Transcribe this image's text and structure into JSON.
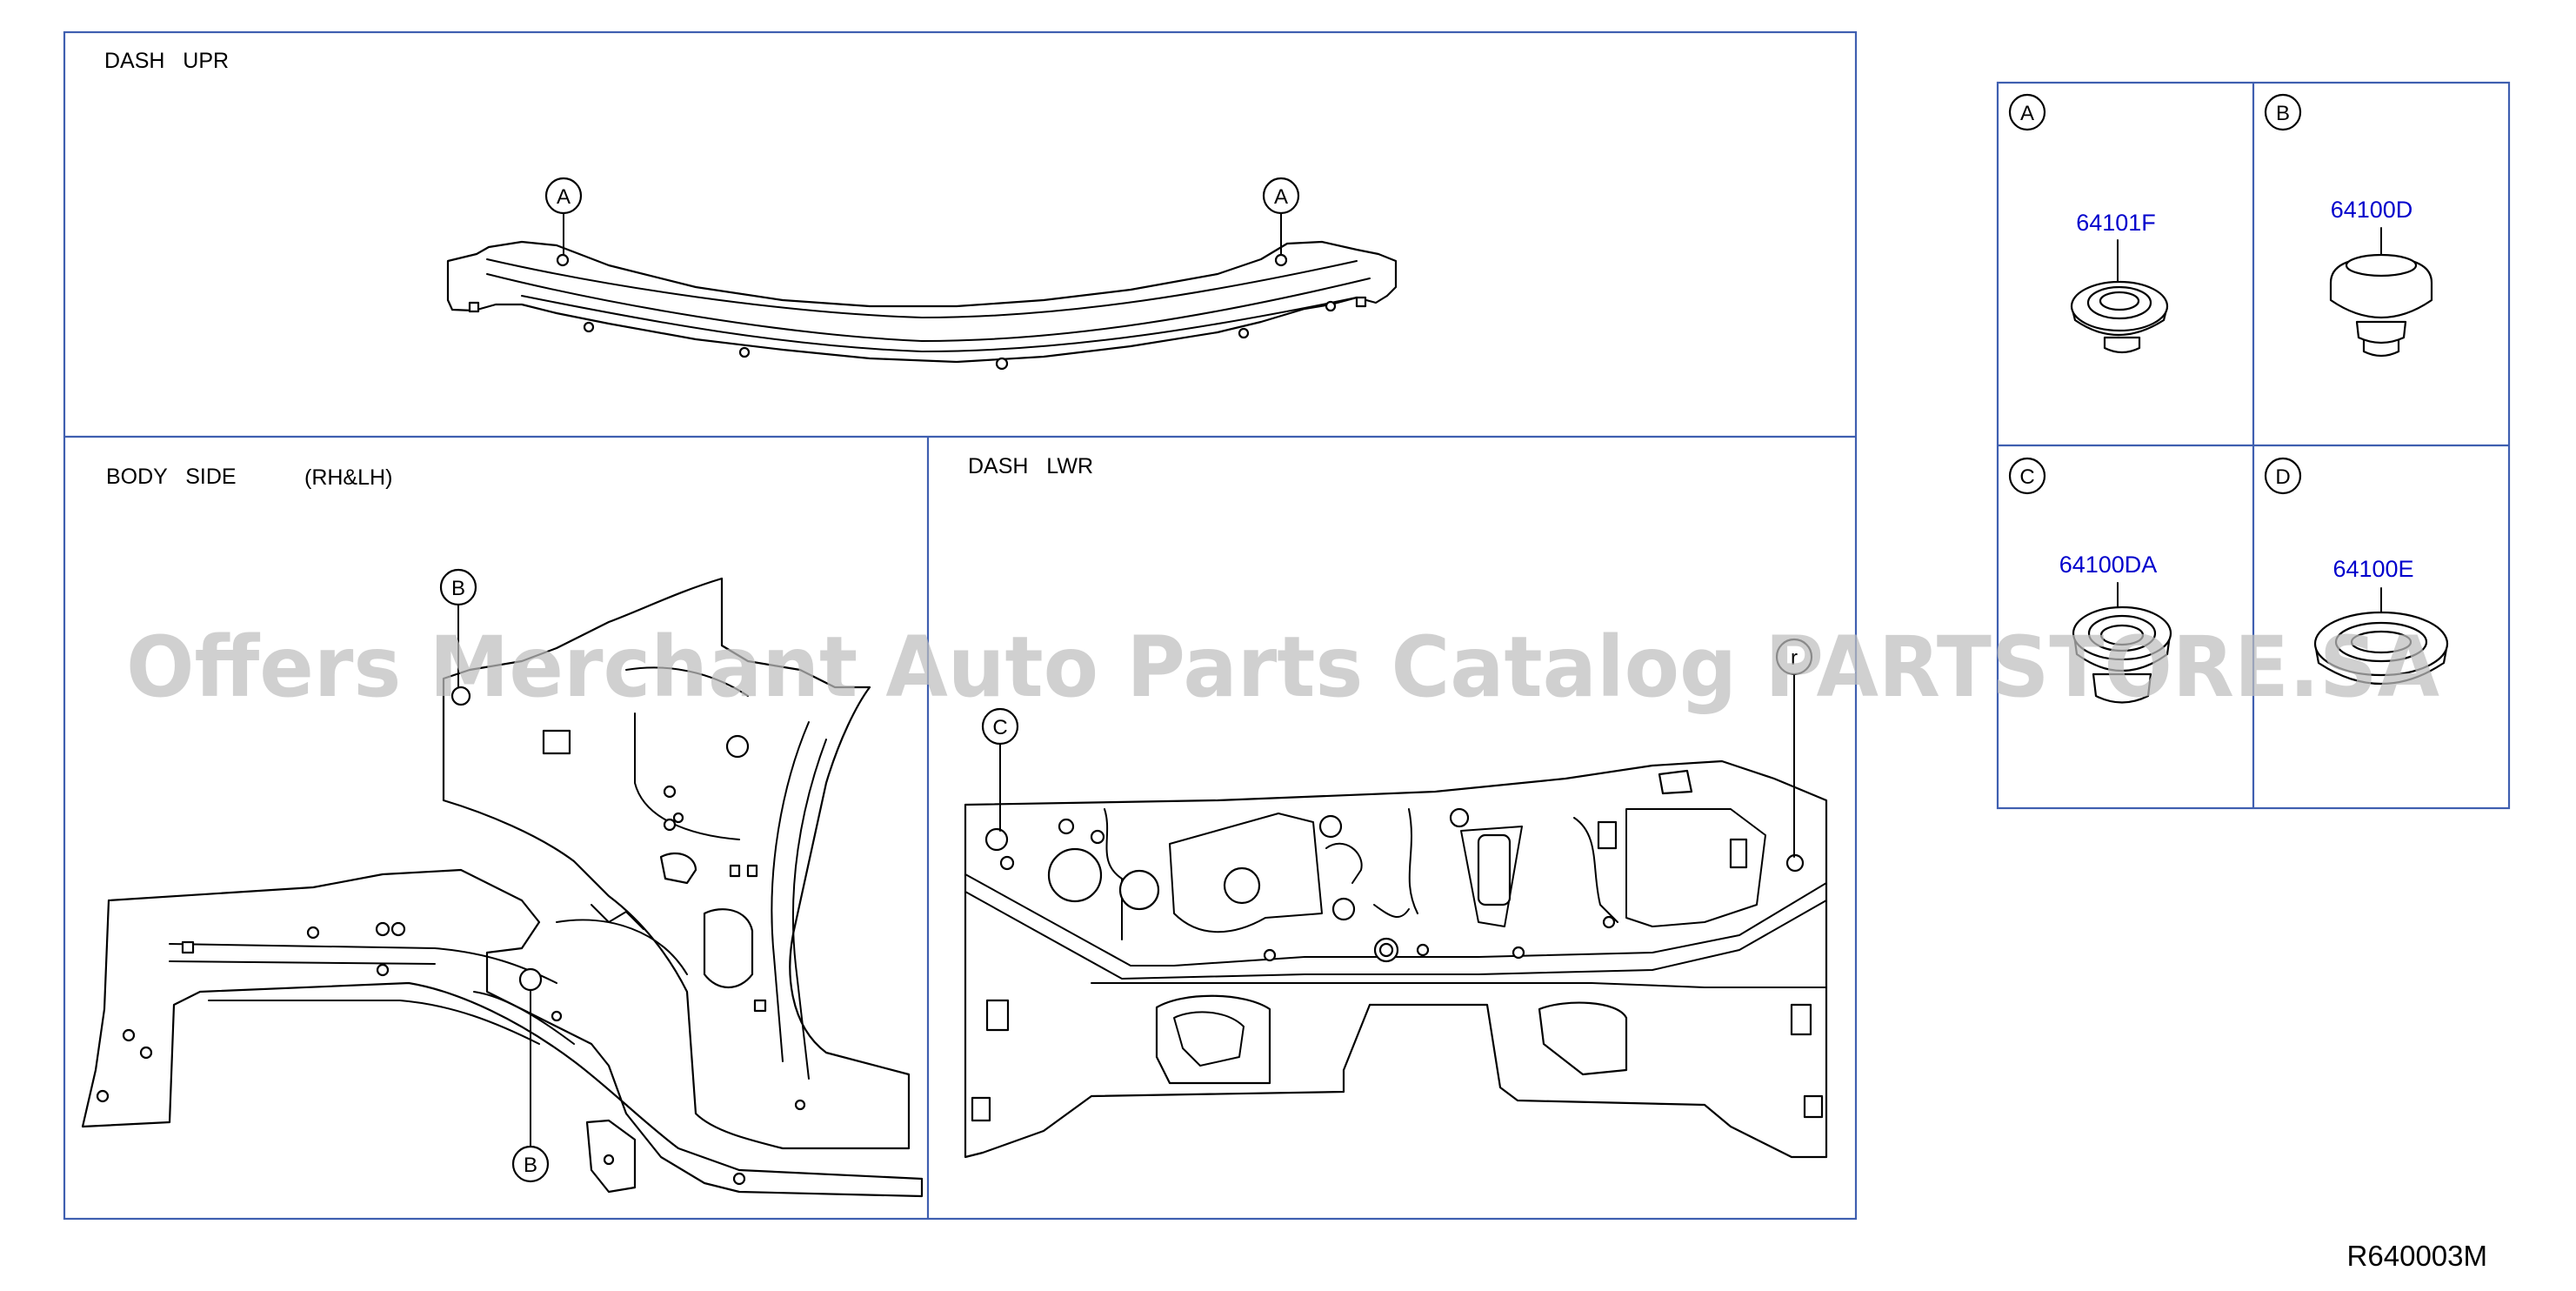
{
  "watermark": "Offers Merchant Auto Parts Catalog PARTSTORE.SA",
  "diagram_code": "R640003M",
  "panels": {
    "dash_upr": {
      "title": "DASH   UPR",
      "callouts": [
        "A",
        "A"
      ]
    },
    "body_side": {
      "title": "BODY   SIDE",
      "suffix": "(RH&LH)",
      "callouts": [
        "B",
        "B"
      ]
    },
    "dash_lwr": {
      "title": "DASH   LWR",
      "callouts": [
        "C",
        "r"
      ]
    }
  },
  "legend": [
    {
      "letter": "A",
      "part_number": "64101F"
    },
    {
      "letter": "B",
      "part_number": "64100D"
    },
    {
      "letter": "C",
      "part_number": "64100DA"
    },
    {
      "letter": "D",
      "part_number": "64100E"
    }
  ],
  "colors": {
    "frame": "#3f5fb0",
    "part_number": "#0000cc",
    "watermark": "#bfbfbf"
  }
}
